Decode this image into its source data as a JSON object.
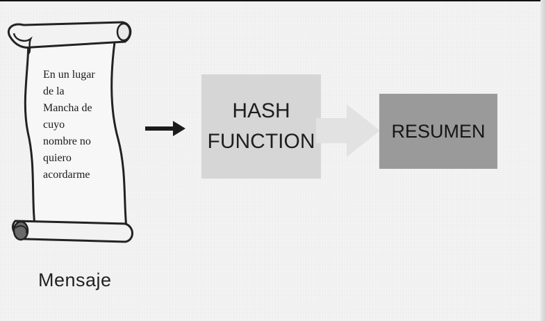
{
  "message": {
    "lines": [
      "En un lugar",
      "de la",
      "Mancha de",
      "cuyo",
      "nombre no",
      "quiero",
      "acordarme"
    ],
    "label": "Mensaje"
  },
  "hash_function": {
    "line1": "HASH",
    "line2": "FUNCTION"
  },
  "digest": {
    "label": "RESUMEN"
  },
  "colors": {
    "hash_box": "#d6d6d6",
    "digest_box": "#9a9a9a",
    "arrow": "#1a1a1a",
    "big_arrow": "#e2e2e2"
  }
}
